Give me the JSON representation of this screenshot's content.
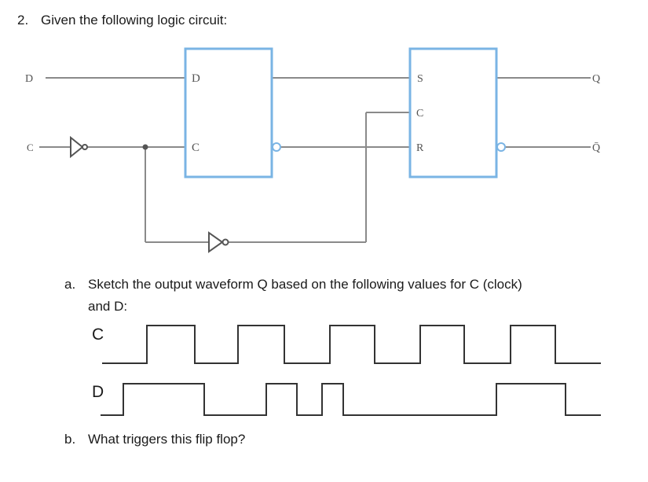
{
  "question": {
    "number": "2.",
    "title": "Given the following logic circuit:"
  },
  "circuit": {
    "input_d": "D",
    "input_c": "C",
    "flipflop1": {
      "pin_d": "D",
      "pin_c": "C"
    },
    "flipflop2": {
      "pin_s": "S",
      "pin_c": "C",
      "pin_r": "R"
    },
    "output_q": "Q",
    "output_qbar": "Q̄"
  },
  "part_a": {
    "marker": "a.",
    "text_line1": "Sketch the output waveform Q based on the following values for C (clock)",
    "text_line2": "and D:"
  },
  "waveforms": {
    "clock_label": "C",
    "data_label": "D",
    "clock_levels": [
      0,
      1,
      0,
      1,
      0,
      1,
      0,
      1,
      0,
      1,
      0
    ],
    "data_levels": [
      0,
      1,
      0,
      1,
      0,
      1,
      0,
      1,
      0
    ]
  },
  "part_b": {
    "marker": "b.",
    "text": "What triggers this flip flop?"
  },
  "colors": {
    "box_border": "#7ab4e4",
    "wire": "#8a8a8a",
    "waveform": "#333333"
  }
}
